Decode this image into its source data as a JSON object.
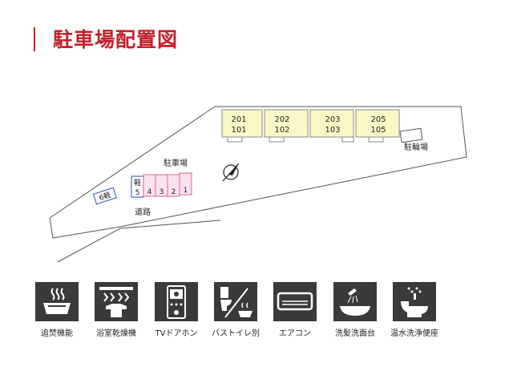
{
  "title": "駐車場配置図",
  "map": {
    "units": [
      {
        "upper": "201",
        "lower": "101"
      },
      {
        "upper": "202",
        "lower": "102"
      },
      {
        "upper": "203",
        "lower": "103"
      },
      {
        "upper": "205",
        "lower": "105"
      }
    ],
    "bicycle_label": "駐輪場",
    "parking_label": "駐車場",
    "road_label": "道路",
    "kei_label": "軽",
    "spaces": [
      "5",
      "4",
      "3",
      "2",
      "1"
    ],
    "separate_space": "6軽",
    "colors": {
      "building": "#fbf8c8",
      "parking": "#fbe3ee",
      "parking_border": "#e0609a",
      "kei_border": "#4a6ac0"
    }
  },
  "features": [
    {
      "label": "追焚機能",
      "icon": "reheat-bath-icon"
    },
    {
      "label": "浴室乾燥機",
      "icon": "bathroom-dryer-icon"
    },
    {
      "label": "TVドアホン",
      "icon": "tv-intercom-icon"
    },
    {
      "label": "バストイレ別",
      "icon": "separate-bath-toilet-icon"
    },
    {
      "label": "エアコン",
      "icon": "air-conditioner-icon"
    },
    {
      "label": "洗髪洗面台",
      "icon": "shampoo-vanity-icon"
    },
    {
      "label": "温水洗浄便座",
      "icon": "washlet-icon"
    }
  ]
}
